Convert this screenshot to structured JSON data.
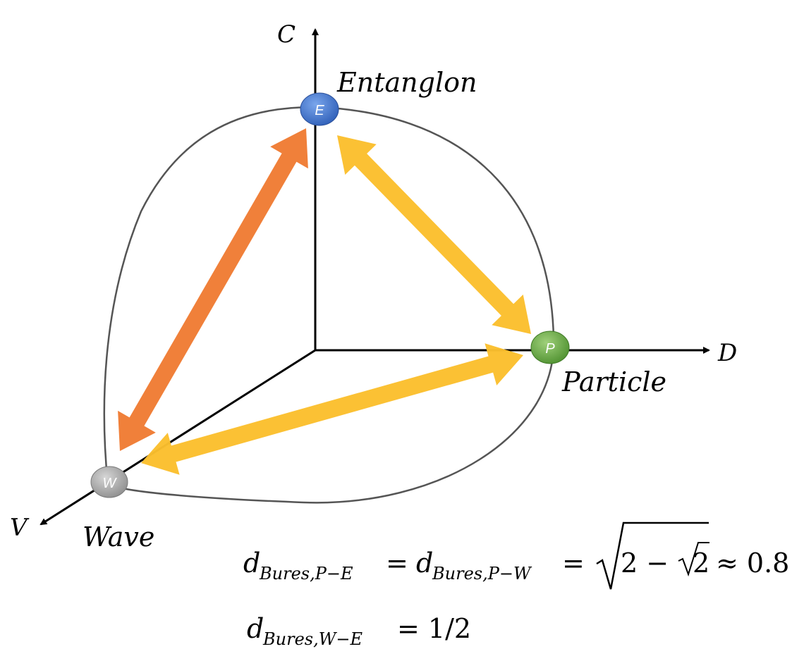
{
  "axes": {
    "c": "C",
    "d": "D",
    "v": "V"
  },
  "nodes": {
    "entanglon": {
      "letter": "E",
      "name": "Entanglon",
      "color": "#3a6bc6"
    },
    "particle": {
      "letter": "P",
      "name": "Particle",
      "color": "#5a9e3a"
    },
    "wave": {
      "letter": "W",
      "name": "Wave",
      "color": "#9a9a9a"
    }
  },
  "arrows": {
    "wave_entanglon_color": "#ef7c34",
    "entanglon_particle_color": "#fbbf2d",
    "particle_wave_color": "#fbbf2d"
  },
  "equations": {
    "line1": {
      "d1": "d",
      "sub1": "Bures,P−E",
      "eq1": "=",
      "d2": "d",
      "sub2": "Bures,P−W",
      "eq2": "=",
      "rad_a": "2 − ",
      "rad_b": "2",
      "approx": "≈ 0.8"
    },
    "line2": {
      "d": "d",
      "sub": "Bures,W−E",
      "rhs": "= 1/2"
    }
  }
}
